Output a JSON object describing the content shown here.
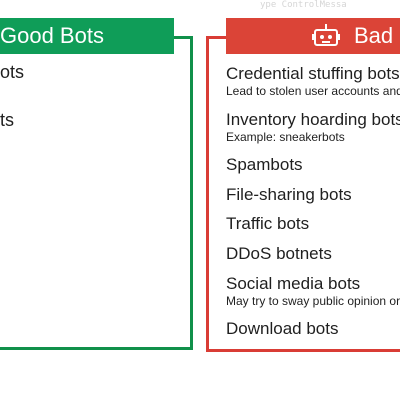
{
  "background_code": "ype ControlMessa",
  "good_bots": {
    "title": "Good Bots",
    "items": [
      "ots",
      "ts"
    ]
  },
  "bad_bots": {
    "title": "Bad B",
    "icon": "robot-icon",
    "items": [
      {
        "name": "Credential stuffing bots",
        "description": "Lead to stolen user accounts and"
      },
      {
        "name": "Inventory hoarding bots",
        "description": "Example: sneakerbots"
      },
      {
        "name": "Spambots",
        "description": ""
      },
      {
        "name": "File-sharing bots",
        "description": ""
      },
      {
        "name": "Traffic bots",
        "description": ""
      },
      {
        "name": "DDoS botnets",
        "description": ""
      },
      {
        "name": "Social media bots",
        "description": "May try to sway public opinion or"
      },
      {
        "name": "Download bots",
        "description": ""
      }
    ]
  },
  "colors": {
    "good": "#0f9d58",
    "bad": "#db4437"
  }
}
